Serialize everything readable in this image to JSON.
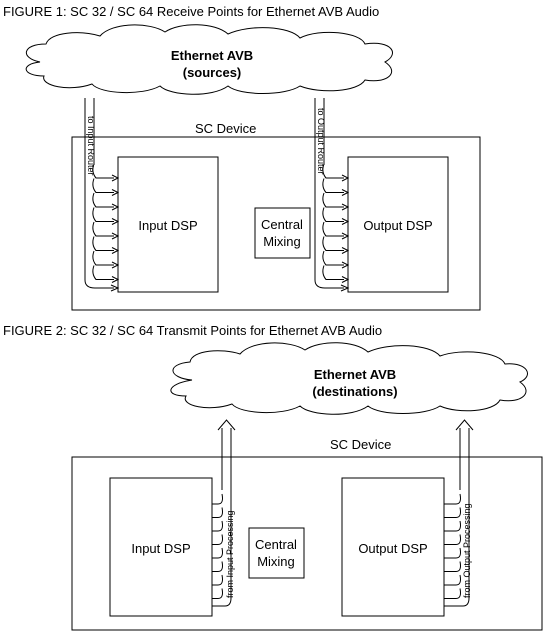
{
  "figure1": {
    "title": "FIGURE 1: SC 32 / SC 64 Receive Points for Ethernet AVB Audio",
    "cloud_line1": "Ethernet AVB",
    "cloud_line2": "(sources)",
    "device_label": "SC Device",
    "input_dsp": "Input DSP",
    "central_line1": "Central",
    "central_line2": "Mixing",
    "output_dsp": "Output DSP",
    "left_arrow_label": "to Input Router",
    "right_arrow_label": "to Output Router"
  },
  "figure2": {
    "title": "FIGURE 2: SC 32 / SC 64 Transmit Points for Ethernet AVB Audio",
    "cloud_line1": "Ethernet AVB",
    "cloud_line2": "(destinations)",
    "device_label": "SC Device",
    "input_dsp": "Input DSP",
    "central_line1": "Central",
    "central_line2": "Mixing",
    "output_dsp": "Output DSP",
    "left_arrow_label": "from Input Processing",
    "right_arrow_label": "from Output Processing"
  }
}
